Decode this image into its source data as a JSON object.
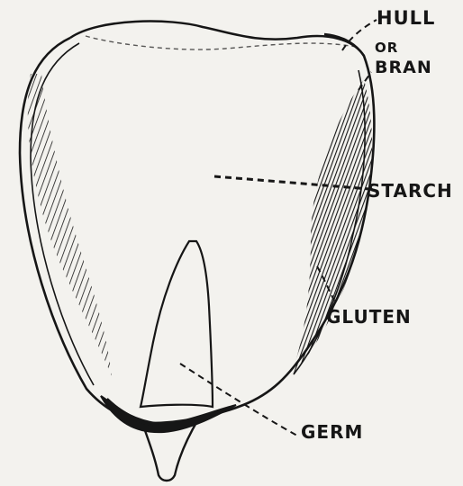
{
  "labels": {
    "hull": "HULL",
    "or": "OR",
    "bran": "BRAN",
    "starch": "STARCH",
    "gluten": "GLUTEN",
    "germ": "GERM"
  },
  "colors": {
    "ink": "#161616",
    "paper": "#f3f2ee"
  }
}
